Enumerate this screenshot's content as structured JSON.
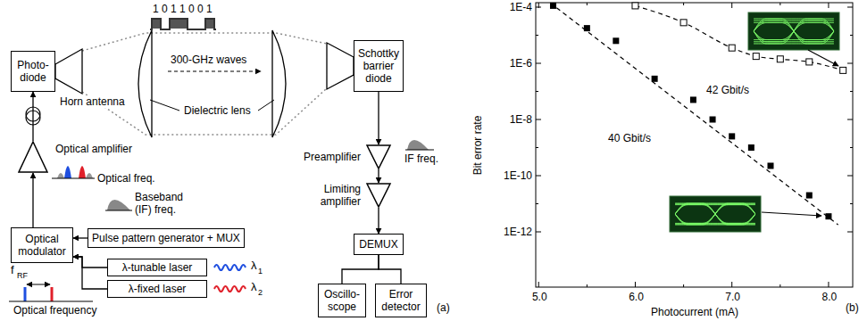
{
  "diagram": {
    "nodes": [
      {
        "text": [
          "Photo-diode"
        ]
      },
      {
        "text": [
          "Optical amplifier"
        ]
      },
      {
        "text": [
          "Optical modulator"
        ]
      },
      {
        "text": [
          "Pulse pattern generator + MUX"
        ]
      },
      {
        "text": [
          "λ-tunable laser"
        ]
      },
      {
        "text": [
          "λ-fixed laser"
        ]
      },
      {
        "text": [
          "Schottky barrier diode"
        ]
      },
      {
        "text": [
          "Preamplifier"
        ]
      },
      {
        "text": [
          "Limiting amplifier"
        ]
      },
      {
        "text": [
          "DEMUX"
        ]
      },
      {
        "text": [
          "Oscillo-scope"
        ]
      },
      {
        "text": [
          "Error detector"
        ]
      }
    ],
    "edges": [
      {
        "from": 1,
        "to": 0,
        "arrow": "to"
      },
      {
        "from": 2,
        "to": 1,
        "arrow": "to"
      },
      {
        "from": 3,
        "to": 2,
        "arrow": "to"
      },
      {
        "from": 4,
        "to": 2,
        "arrow": "to"
      },
      {
        "from": 5,
        "to": 2,
        "arrow": "to"
      },
      {
        "from": 6,
        "to": 7,
        "arrow": "to"
      },
      {
        "from": 7,
        "to": 8,
        "arrow": "to"
      },
      {
        "from": 8,
        "to": 9,
        "arrow": "to"
      },
      {
        "from": 9,
        "to": 10,
        "arrow": "none"
      },
      {
        "from": 9,
        "to": 11,
        "arrow": "none"
      }
    ],
    "labels": [
      "1 0 1 1 0 0 1",
      "300-GHz waves",
      "Horn antenna",
      "Dielectric lens",
      "Optical freq.",
      "Baseband (IF) freq.",
      "IF freq.",
      "f",
      "RF",
      "λ",
      "1",
      "λ",
      "2",
      "Optical frequency",
      "(a)",
      "Bit error rate",
      "1E-4",
      "1E-6",
      "1E-8",
      "1E-10",
      "1E-12",
      "5.0",
      "6.0",
      "7.0",
      "8.0",
      "Photocurrent (mA)",
      "42 Gbit/s",
      "40 Gbit/s",
      "(b)"
    ]
  }
}
